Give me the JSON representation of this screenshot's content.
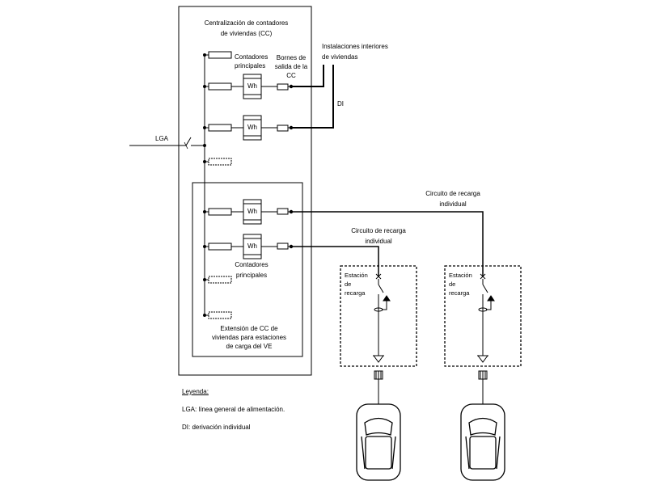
{
  "cc_title_line1": "Centralización de contadores",
  "cc_title_line2": "de viviendas (CC)",
  "contadores_principales_top_1": "Contadores",
  "contadores_principales_top_2": "principales",
  "bornes_line1": "Bornes de",
  "bornes_line2": "salida de la",
  "bornes_line3": "CC",
  "instalaciones_line1": "Instalaciones interiores",
  "instalaciones_line2": "de viviendas",
  "di_label": "DI",
  "lga_label": "LGA",
  "meter_label": "Wh",
  "circuito_right_line1": "Circuito de recarga",
  "circuito_right_line2": "individual",
  "circuito_left_line1": "Circuito de recarga",
  "circuito_left_line2": "individual",
  "contadores_principales_bottom_1": "Contadores",
  "contadores_principales_bottom_2": "principales",
  "extension_line1": "Extensión de CC de",
  "extension_line2": "viviendas para estaciones",
  "extension_line3": "de carga del VE",
  "estacion_left_1": "Estación",
  "estacion_left_2": "de",
  "estacion_left_3": "recarga",
  "estacion_right_1": "Estación",
  "estacion_right_2": "de",
  "estacion_right_3": "recarga",
  "legend_title": "Leyenda:",
  "legend_lga": "LGA: línea general de alimentación.",
  "legend_di": "DI: derivación individual"
}
